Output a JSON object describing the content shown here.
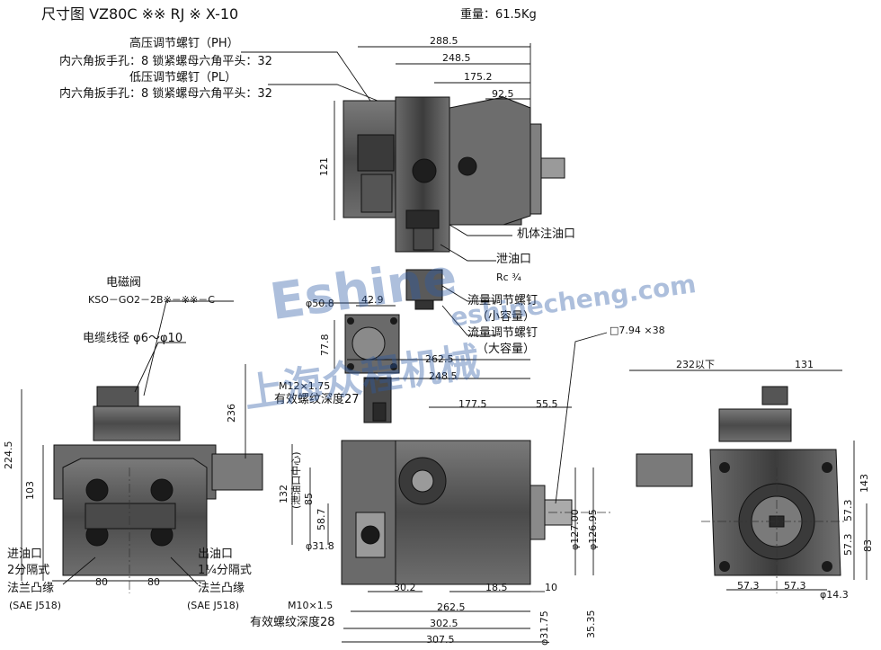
{
  "header": {
    "title": "尺寸图  VZ80C ※※ RJ ※ X-10",
    "weight": "重量：61.5Kg"
  },
  "top_labels": {
    "high_pressure_screw": "高压调节螺钉（PH）",
    "high_pressure_spec": "内六角扳手孔：8  锁紧螺母六角平头：32",
    "low_pressure_screw": "低压调节螺钉（PL）",
    "low_pressure_spec": "内六角扳手孔：8  锁紧螺母六角平头：32",
    "body_oil_inlet": "机体注油口",
    "drain_port": "泄油口",
    "drain_thread": "Rc ¾",
    "flow_small_1": "流量调节螺钉",
    "flow_small_2": "（小容量）",
    "flow_large_1": "流量调节螺钉",
    "flow_large_2": "（大容量）",
    "key": "□7.94 ×38"
  },
  "left_labels": {
    "solenoid_valve": "电磁阀",
    "solenoid_model": "KSO－GO2－2B※－※※－C",
    "cable_diameter": "电缆线径 φ6～φ10",
    "inlet_1": "进油口",
    "inlet_2": "2分隔式",
    "inlet_3": "法兰凸缘",
    "inlet_4": "(SAE J518)",
    "outlet_1": "出油口",
    "outlet_2": "1¼分隔式",
    "outlet_3": "法兰凸缘",
    "outlet_4": "(SAE J518)"
  },
  "mid_labels": {
    "m12": "M12×1.75",
    "thread_depth_27": "有效螺纹深度27",
    "m10": "M10×1.5",
    "thread_depth_28": "有效螺纹深度28",
    "drain_port_centre_vertical": "(泄油口中心)"
  },
  "right_labels": {
    "width_232": "232以下"
  },
  "dimensions": {
    "top_view": [
      "288.5",
      "248.5",
      "175.2",
      "92.5",
      "121"
    ],
    "flange_detail": [
      "φ50.8",
      "42.9",
      "77.8"
    ],
    "side_view_horizontal": [
      "262.5",
      "248.5",
      "177.5",
      "55.5",
      "30.2",
      "18.5",
      "10",
      "262.5",
      "302.5",
      "307.5"
    ],
    "side_view_vertical": [
      "132",
      "85",
      "58.7",
      "φ31.8",
      "φ127.00",
      "φ126.95",
      "φ31.75",
      "35.35"
    ],
    "front_view": [
      "224.5",
      "103",
      "236",
      "80",
      "80"
    ],
    "right_view": [
      "131",
      "143",
      "57.3",
      "57.3",
      "83",
      "57.3",
      "57.3",
      "φ14.3"
    ]
  },
  "watermark": {
    "brand": "Eshine",
    "domain": "eshinecheng.com",
    "company": "上海众程机械"
  },
  "colors": {
    "ink": "#111111",
    "body_fill": "#5a5a5a",
    "body_dark": "#2e2e2e",
    "body_light": "#8c8c8c",
    "watermark": "#2b5aa6"
  }
}
